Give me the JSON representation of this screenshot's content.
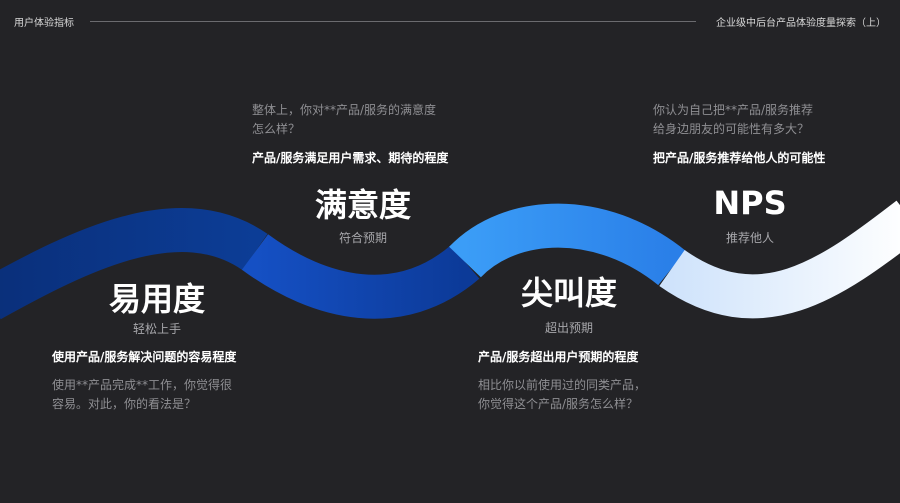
{
  "header": {
    "left_title": "用户体验指标",
    "right_title": "企业级中后台产品体验度量探索（上）"
  },
  "colors": {
    "background": "#232326",
    "wave_dark_blue": "#0a3a8c",
    "wave_mid_blue": "#1760d8",
    "wave_bright_blue": "#3c96f5",
    "wave_light": "#f2f7fc"
  },
  "metrics": {
    "ease": {
      "title": "易用度",
      "subtitle": "轻松上手",
      "description": "使用产品/服务解决问题的容易程度",
      "question_line1": "使用**产品完成**工作，你觉得很",
      "question_line2": "容易。对此，你的看法是？"
    },
    "satisfaction": {
      "title": "满意度",
      "subtitle": "符合预期",
      "description": "产品/服务满足用户需求、期待的程度",
      "question_line1": "整体上，你对**产品/服务的满意度",
      "question_line2": "怎么样？"
    },
    "delight": {
      "title": "尖叫度",
      "subtitle": "超出预期",
      "description": "产品/服务超出用户预期的程度",
      "question_line1": "相比你以前使用过的同类产品，",
      "question_line2": "你觉得这个产品/服务怎么样？"
    },
    "nps": {
      "title": "NPS",
      "subtitle": "推荐他人",
      "description": "把产品/服务推荐给他人的可能性",
      "question_line1": "你认为自己把**产品/服务推荐",
      "question_line2": "给身边朋友的可能性有多大？"
    }
  }
}
